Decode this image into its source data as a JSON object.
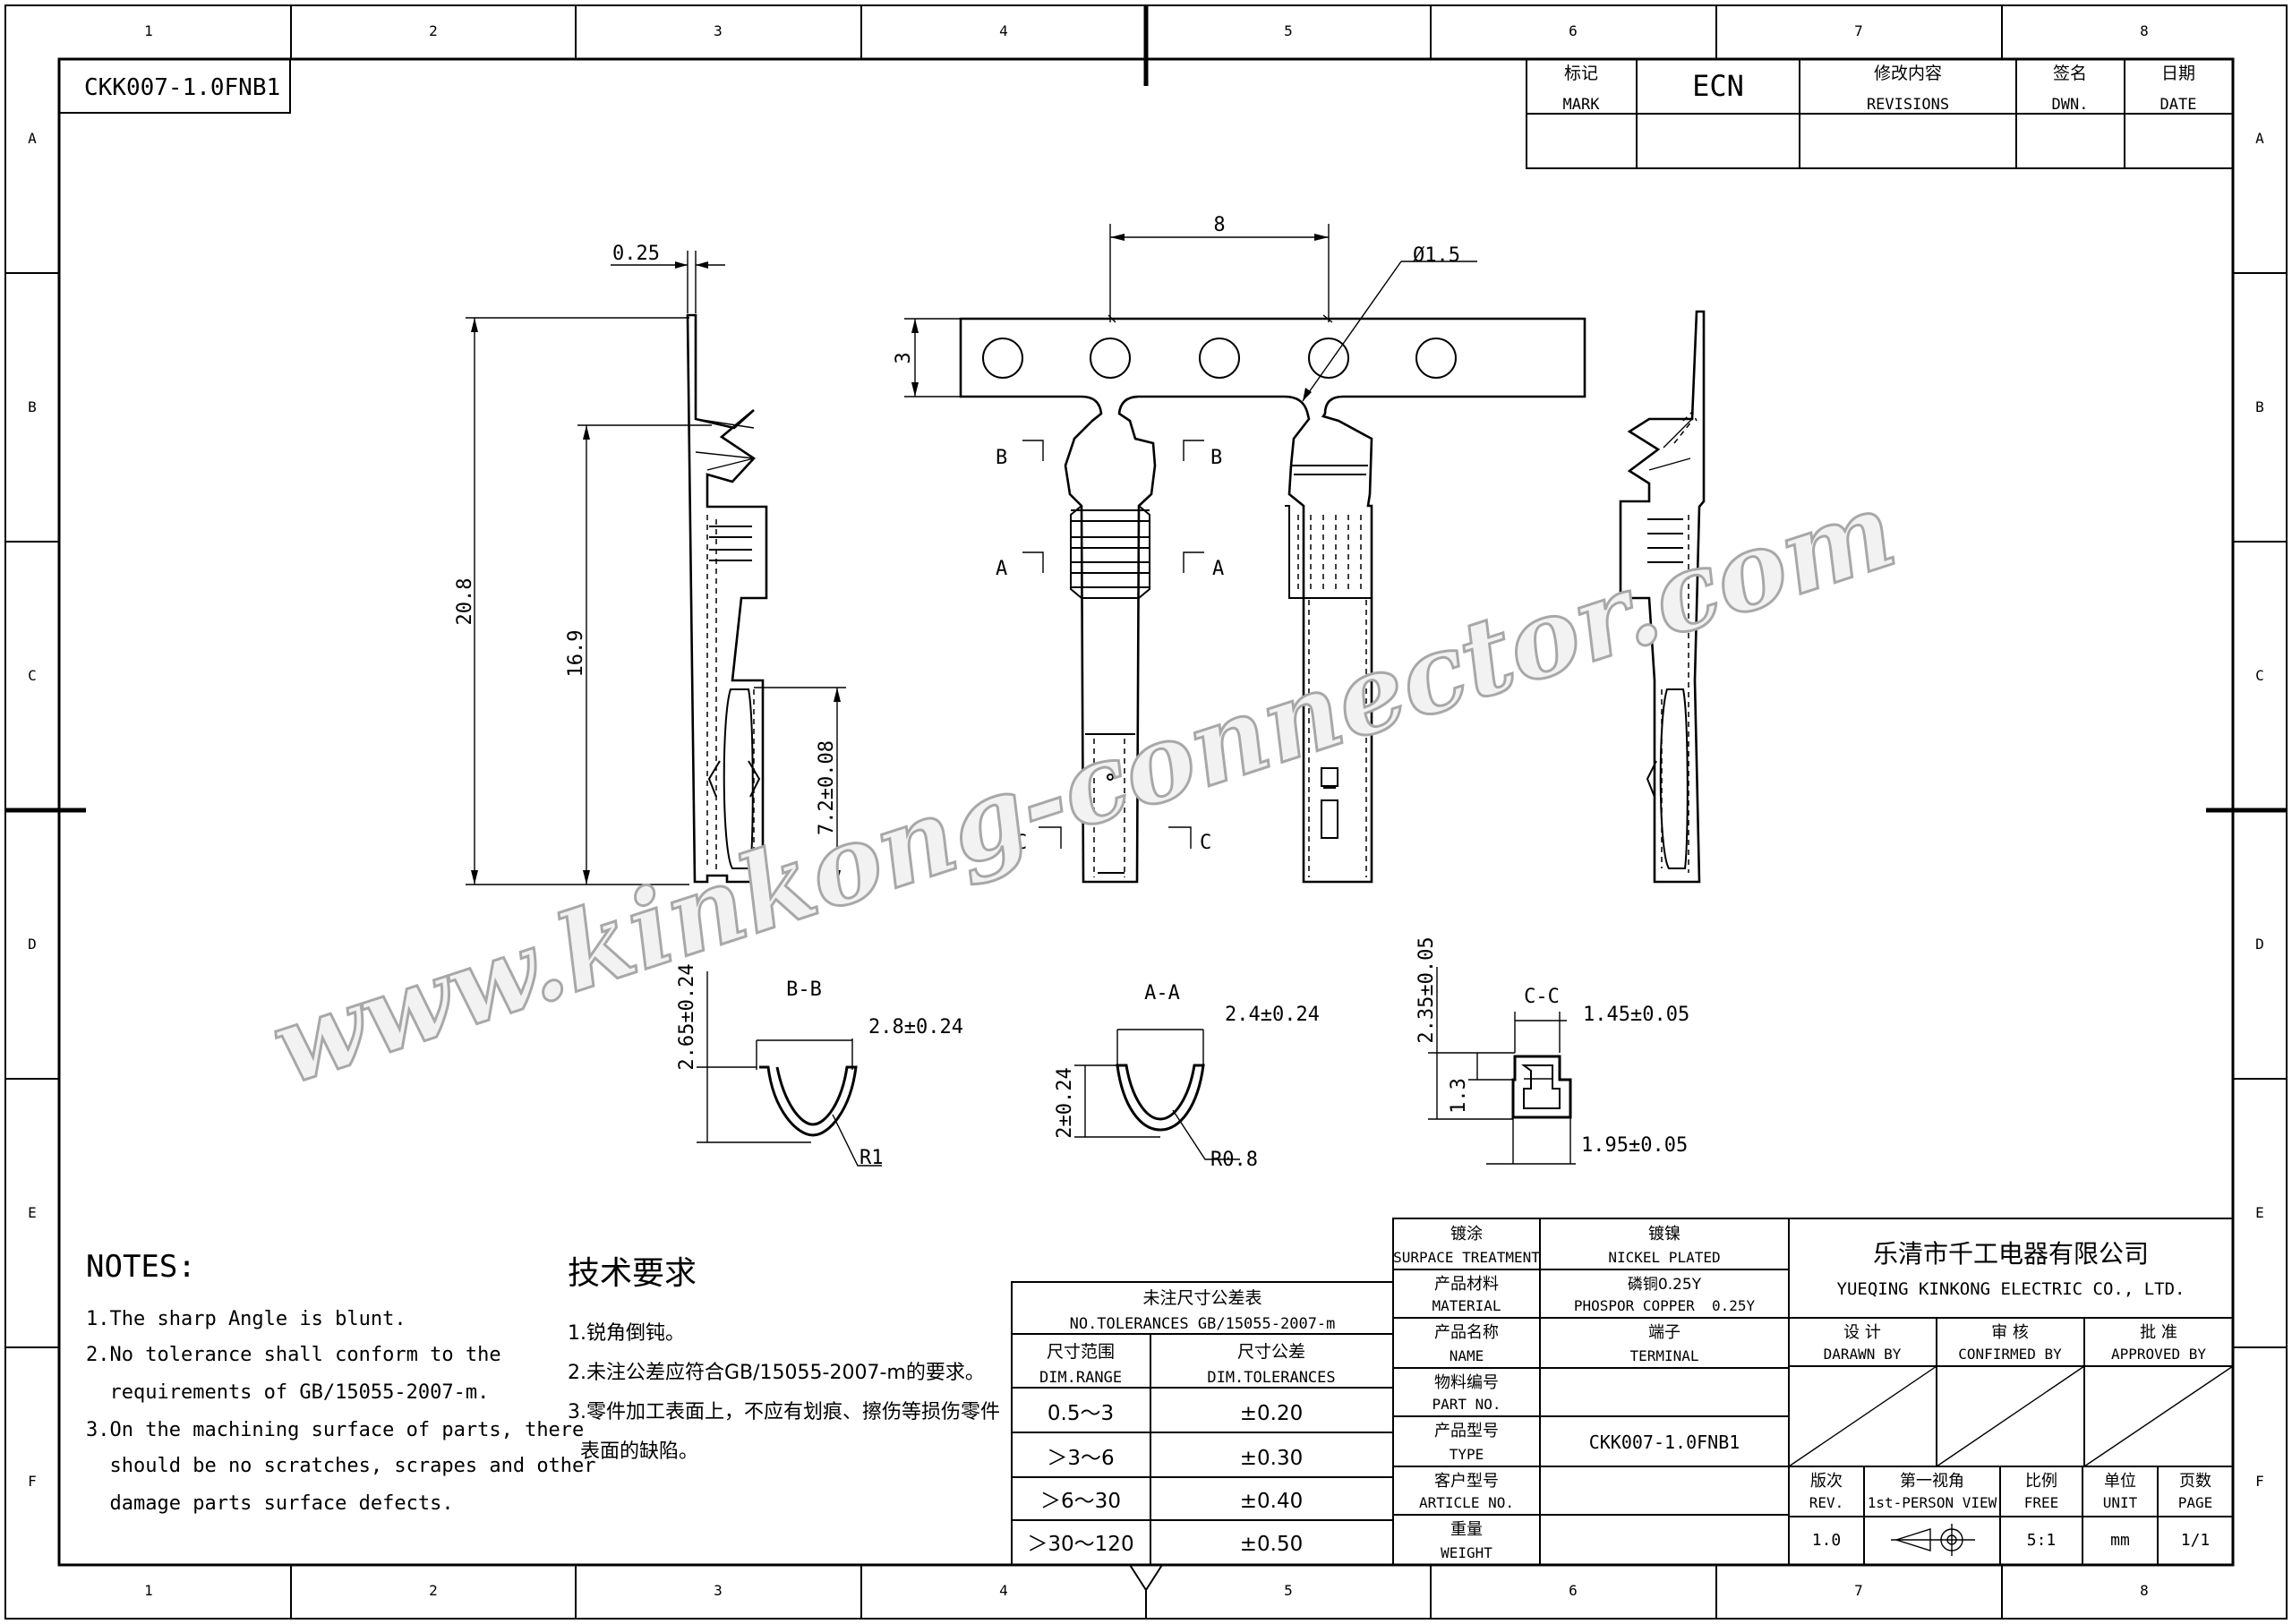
{
  "drawing": {
    "part_number_box": "CKK007-1.0FNB1",
    "zone_columns": [
      "1",
      "2",
      "3",
      "4",
      "5",
      "6",
      "7",
      "8"
    ],
    "zone_rows": [
      "A",
      "B",
      "C",
      "D",
      "E",
      "F"
    ]
  },
  "revision_block": {
    "mark_cn": "标记",
    "mark_en": "MARK",
    "ecn": "ECN",
    "revisions_cn": "修改内容",
    "revisions_en": "REVISIONS",
    "dwn_cn": "签名",
    "dwn_en": "DWN.",
    "date_cn": "日期",
    "date_en": "DATE"
  },
  "dimensions": {
    "thickness": "0.25",
    "pitch": "8",
    "hole_dia": "Ø1.5",
    "carrier_height": "3",
    "total_length": "20.8",
    "body_length": "16.9",
    "contact_length": "7.2±0.08",
    "bb_height": "2.65±0.24",
    "bb_width": "2.8±0.24",
    "bb_radius": "R1",
    "aa_height": "2±0.24",
    "aa_width": "2.4±0.24",
    "aa_radius": "R0.8",
    "cc_height": "2.35±0.05",
    "cc_inner_height": "1.3",
    "cc_top_width": "1.45±0.05",
    "cc_bottom_width": "1.95±0.05"
  },
  "section_labels": {
    "b": "B",
    "a": "A",
    "c": "C",
    "bb": "B-B",
    "aa": "A-A",
    "cc": "C-C"
  },
  "watermark": "www.kinkong-connector.com",
  "notes_en": {
    "title": "NOTES:",
    "lines": [
      "1.The sharp Angle is blunt.",
      "2.No tolerance shall conform to the",
      "  requirements of GB/15055-2007-m.",
      "3.On the machining surface of parts, there",
      "  should be no scratches, scrapes and other",
      "  damage parts surface defects."
    ]
  },
  "notes_cn": {
    "title": "技术要求",
    "lines": [
      "1.锐角倒钝。",
      "2.未注公差应符合GB/15055-2007-m的要求。",
      "3.零件加工表面上，不应有划痕、擦伤等损伤零件",
      "  表面的缺陷。"
    ]
  },
  "tolerance_table": {
    "title_cn": "未注尺寸公差表",
    "title_en": "NO.TOLERANCES GB/15055-2007-m",
    "col1_cn": "尺寸范围",
    "col1_en": "DIM.RANGE",
    "col2_cn": "尺寸公差",
    "col2_en": "DIM.TOLERANCES",
    "rows": [
      {
        "range": "0.5～3",
        "tol": "±0.20"
      },
      {
        "range": "＞3～6",
        "tol": "±0.30"
      },
      {
        "range": "＞6～30",
        "tol": "±0.40"
      },
      {
        "range": "＞30～120",
        "tol": "±0.50"
      }
    ]
  },
  "title_block": {
    "surface_cn": "镀涂",
    "surface_en": "SURPACE TREATMENT",
    "surface_val_cn": "镀镍",
    "surface_val_en": "NICKEL PLATED",
    "material_cn": "产品材料",
    "material_en": "MATERIAL",
    "material_val_cn": "磷铜0.25Y",
    "material_val_en": "PHOSPOR COPPER  0.25Y",
    "name_cn": "产品名称",
    "name_en": "NAME",
    "name_val_cn": "端子",
    "name_val_en": "TERMINAL",
    "partno_cn": "物料编号",
    "partno_en": "PART NO.",
    "type_cn": "产品型号",
    "type_en": "TYPE",
    "type_val": "CKK007-1.0FNB1",
    "article_cn": "客户型号",
    "article_en": "ARTICLE NO.",
    "weight_cn": "重量",
    "weight_en": "WEIGHT",
    "company_cn": "乐清市千工电器有限公司",
    "company_en": "YUEQING KINKONG ELECTRIC CO., LTD.",
    "drawn_cn": "设 计",
    "drawn_en": "DARAWN BY",
    "confirmed_cn": "审 核",
    "confirmed_en": "CONFIRMED BY",
    "approved_cn": "批 准",
    "approved_en": "APPROVED BY",
    "rev_cn": "版次",
    "rev_en": "REV.",
    "rev_val": "1.0",
    "view_cn": "第一视角",
    "view_en": "1st-PERSON VIEW",
    "scale_cn": "比例",
    "scale_en": "FREE",
    "scale_val": "5:1",
    "unit_cn": "单位",
    "unit_en": "UNIT",
    "unit_val": "mm",
    "page_cn": "页数",
    "page_en": "PAGE",
    "page_val": "1/1"
  }
}
